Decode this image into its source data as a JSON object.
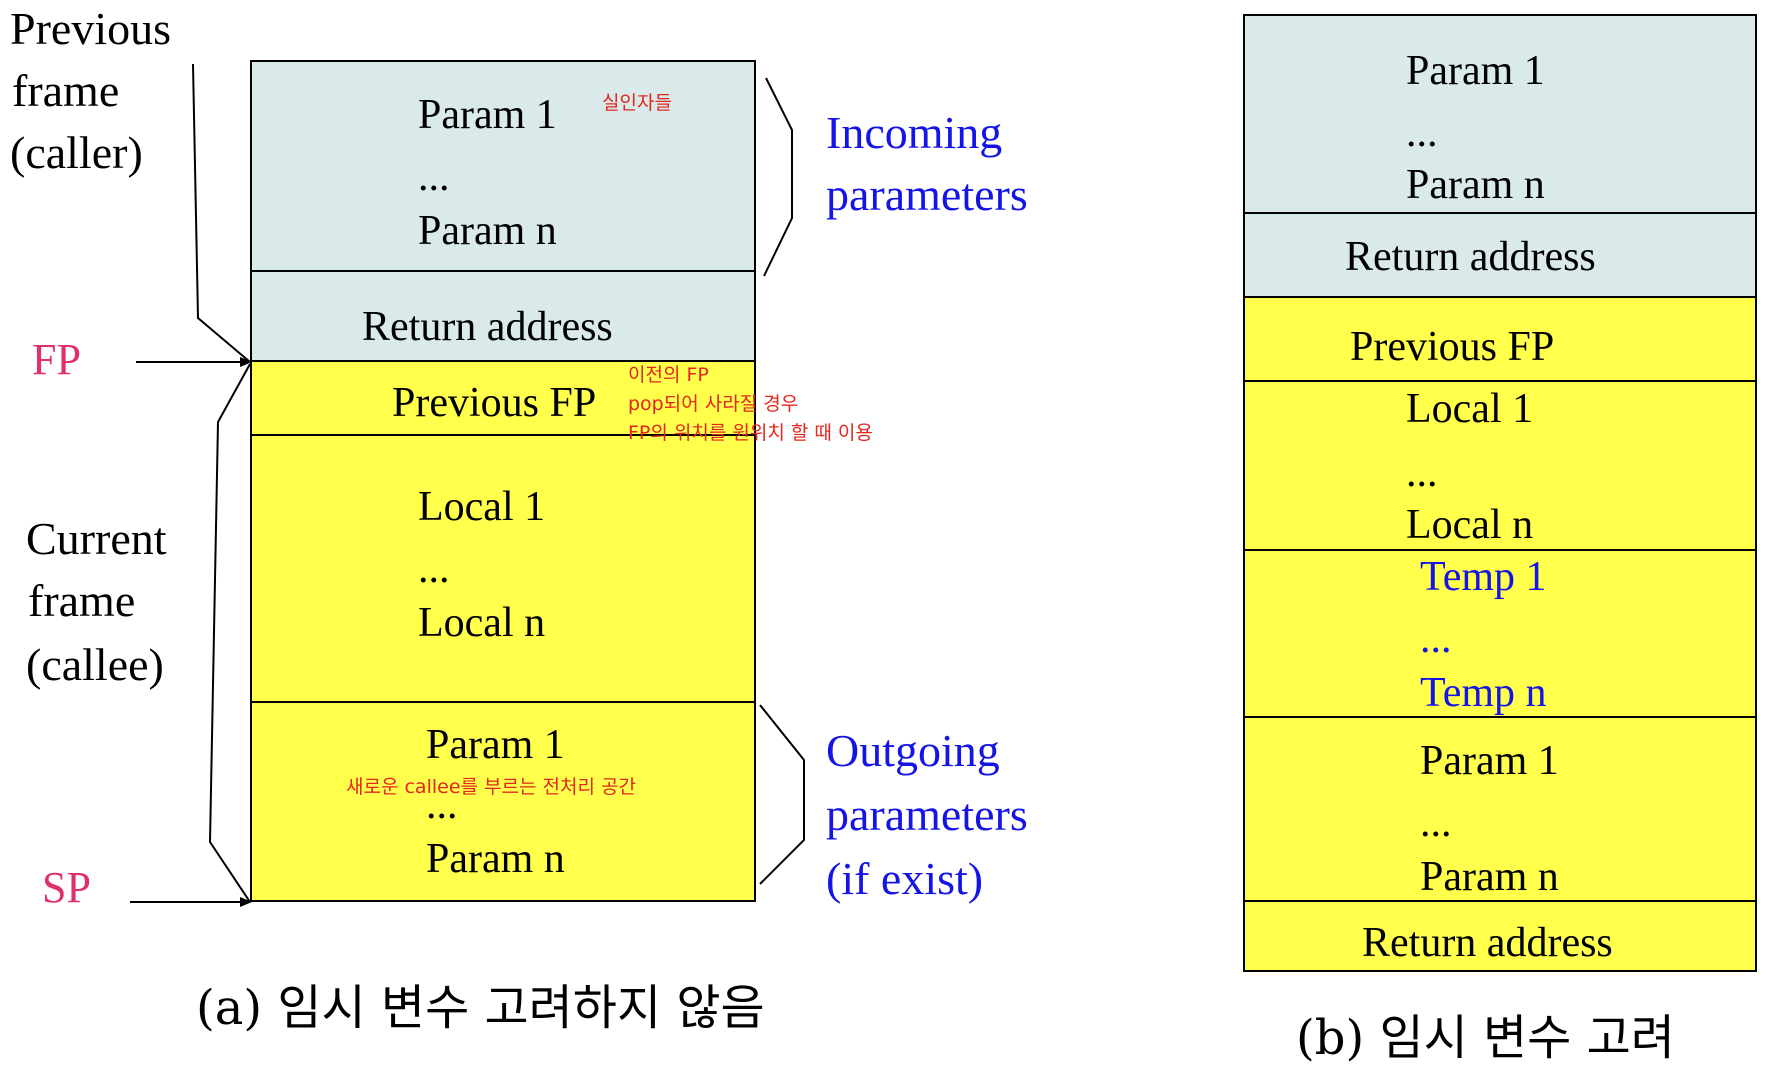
{
  "left": {
    "previous_frame_label": [
      "Previous",
      "frame",
      "(caller)"
    ],
    "current_frame_label": [
      "Current",
      "frame",
      "(callee)"
    ],
    "fp_label": "FP",
    "sp_label": "SP",
    "incoming_label": [
      "Incoming",
      "parameters"
    ],
    "outgoing_label": [
      "Outgoing",
      "parameters",
      "(if exist)"
    ],
    "incoming_block": [
      "Param 1",
      "...",
      "Param n"
    ],
    "return_address": "Return address",
    "previous_fp": "Previous FP",
    "locals_block": [
      "Local 1",
      "...",
      "Local n"
    ],
    "outgoing_block": [
      "Param 1",
      "...",
      "Param n"
    ],
    "notes": {
      "actual_args": "실인자들",
      "prev_fp": [
        "이전의 FP",
        "pop되어 사라질 경우",
        "FP의 위치를 원위치 할 때 이용"
      ],
      "new_callee": "새로운 callee를 부르는 전처리 공간"
    },
    "caption": "(a) 임시 변수 고려하지 않음"
  },
  "right": {
    "params_top": [
      "Param 1",
      "...",
      "Param n"
    ],
    "return_address_top": "Return address",
    "previous_fp": "Previous FP",
    "locals": [
      "Local 1",
      "...",
      "Local n"
    ],
    "temps": [
      "Temp 1",
      "...",
      "Temp n"
    ],
    "params_bottom": [
      "Param 1",
      "...",
      "Param n"
    ],
    "return_address_bottom": "Return address",
    "caption": "(b) 임시 변수 고려"
  },
  "colors": {
    "cyan": "#daeaea",
    "yellow": "#ffff4c",
    "blue_text": "#1414e6",
    "fp_sp": "#e0306a",
    "note": "#e4261c"
  }
}
